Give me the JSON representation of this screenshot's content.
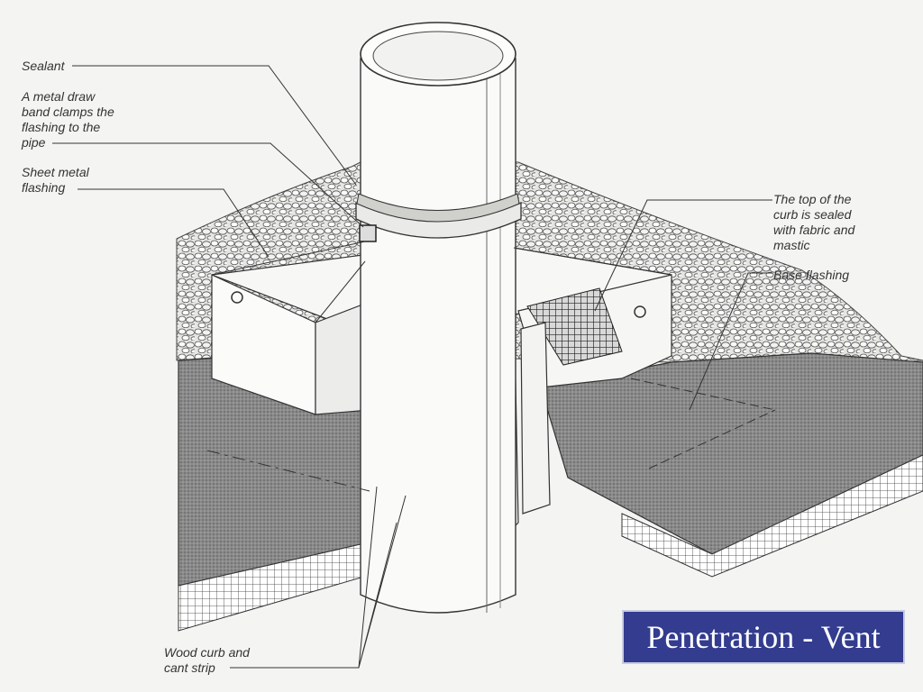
{
  "labels": {
    "sealant": "Sealant",
    "draw_band": "A metal draw\nband clamps the\nflashing to the\npipe",
    "sheet_metal": "Sheet metal\nflashing",
    "curb_top": "The top of the\ncurb is sealed\nwith fabric and\nmastic",
    "base_flashing": "Base flashing",
    "wood_curb": "Wood curb and\ncant strip"
  },
  "title": "Penetration - Vent",
  "colors": {
    "title_background": "#333c8f",
    "title_text": "#ffffff",
    "line": "#333333",
    "membrane": "#7d7d7d"
  }
}
